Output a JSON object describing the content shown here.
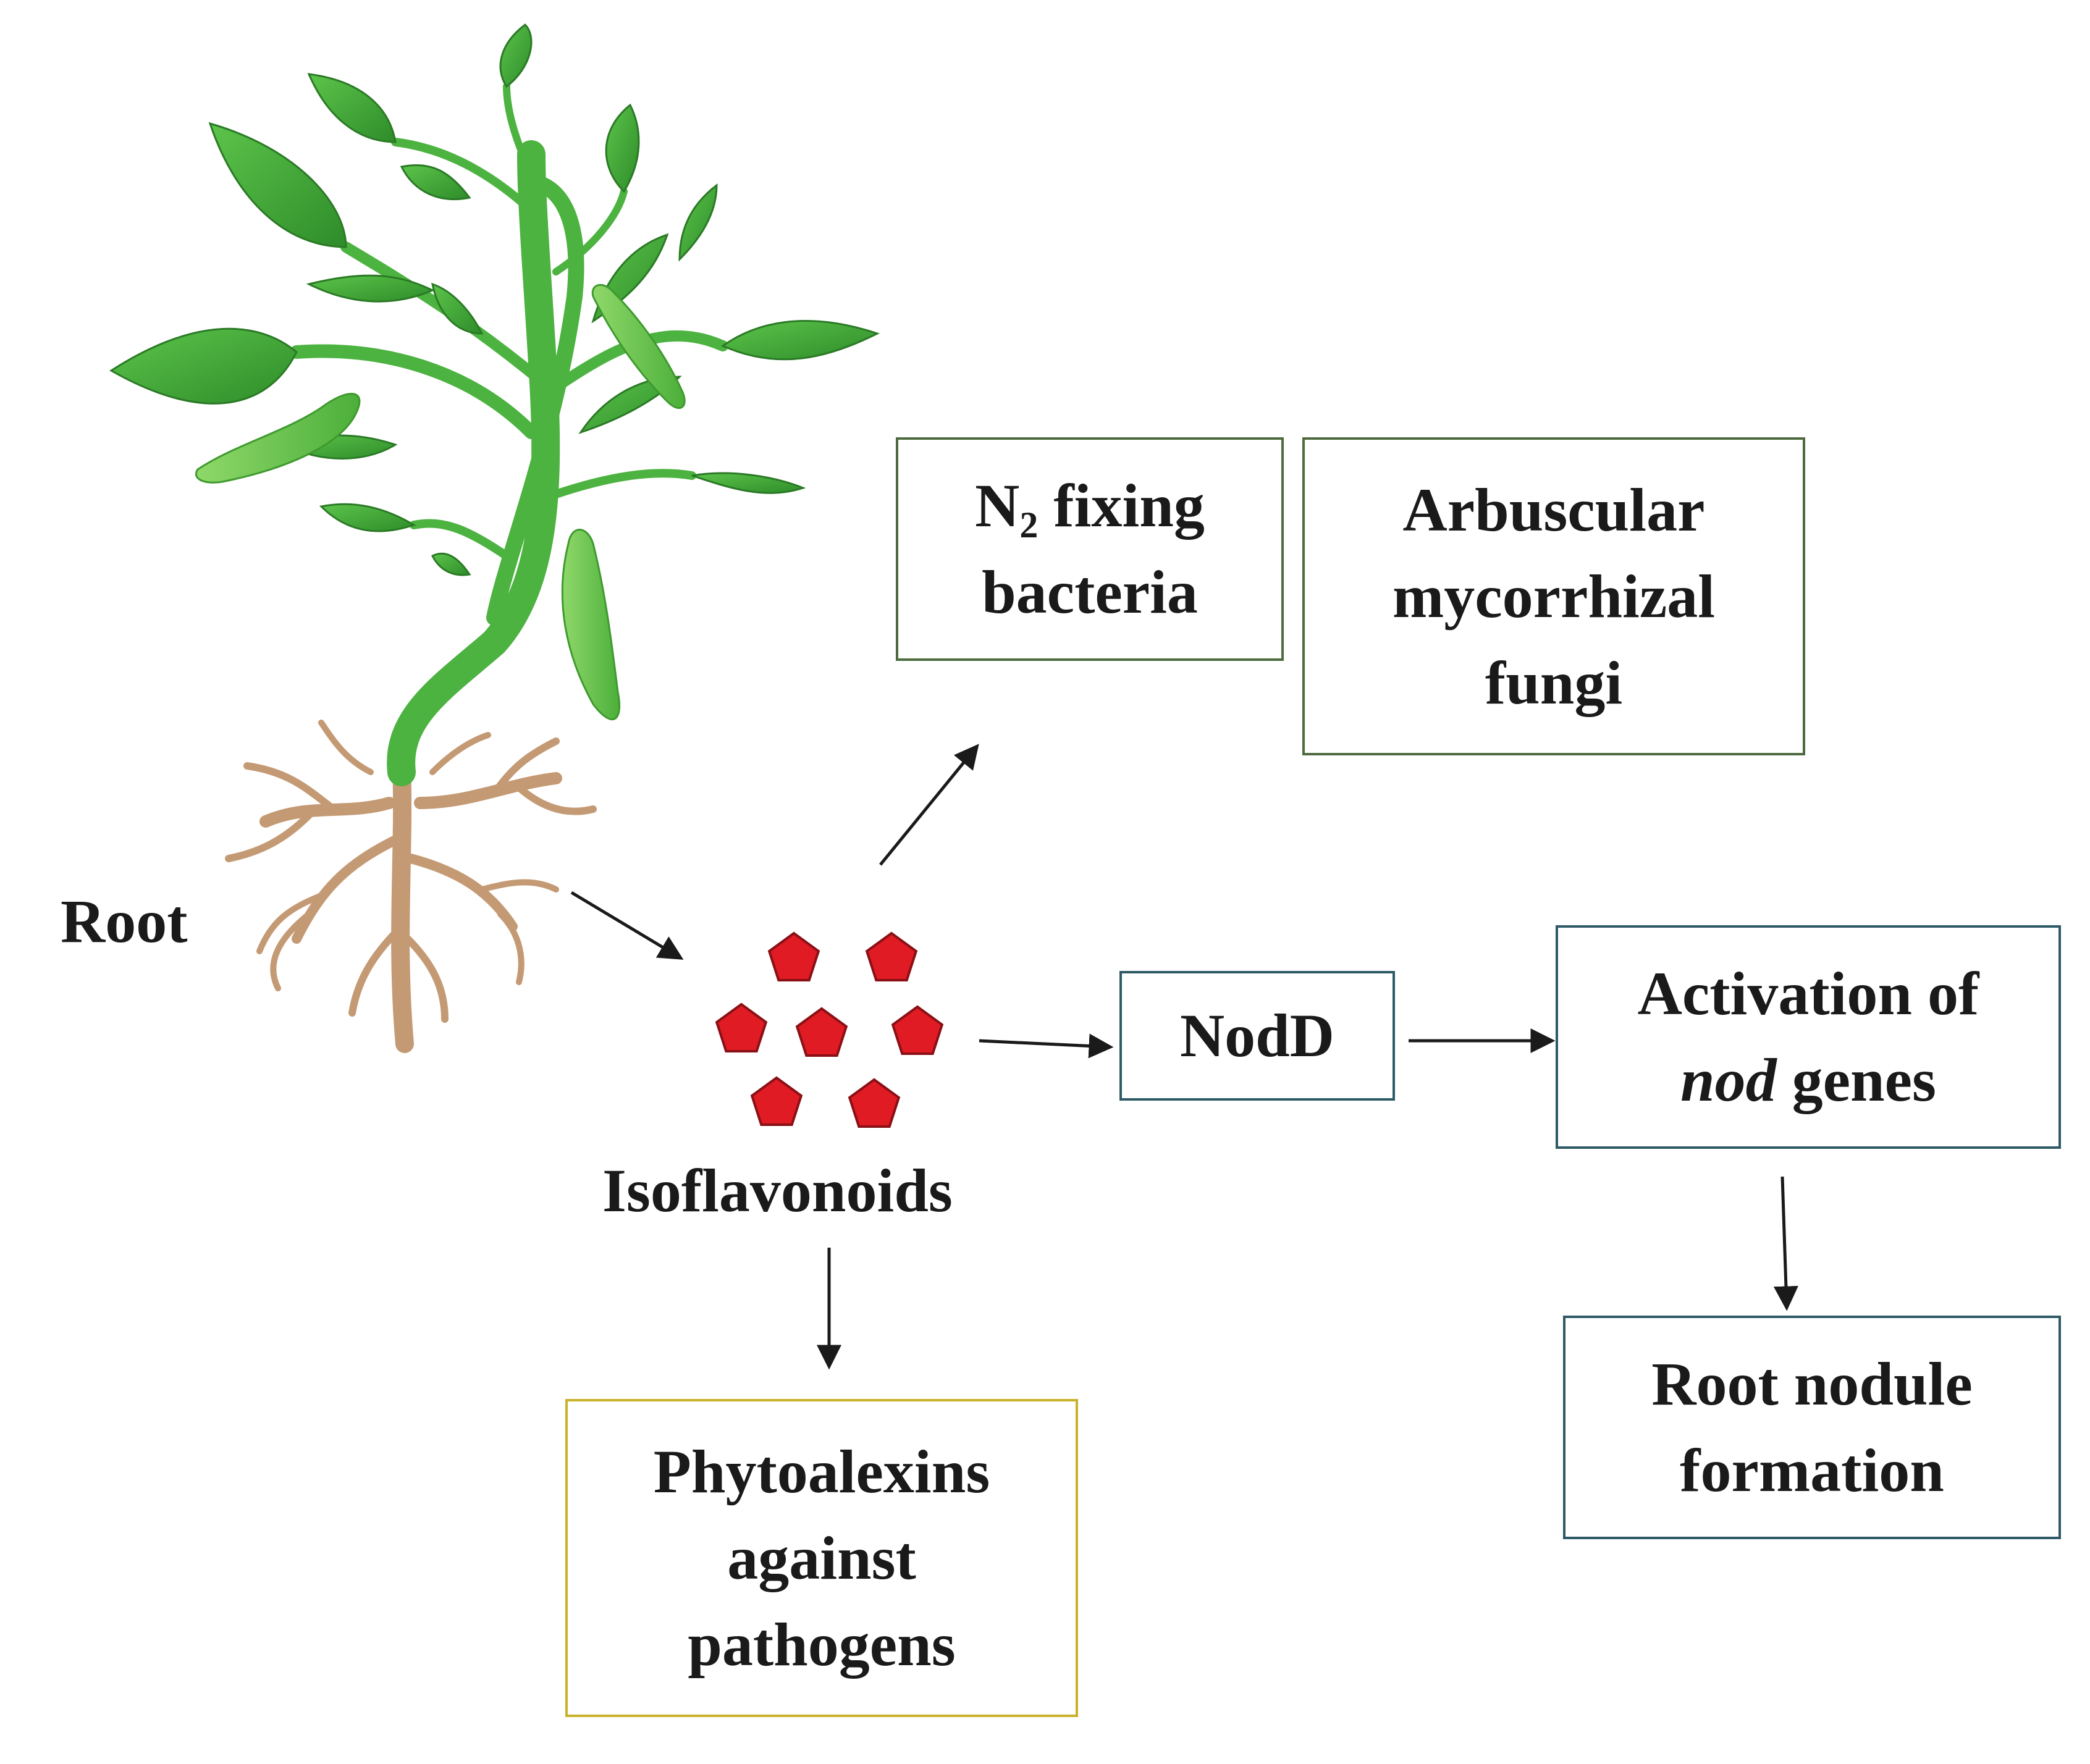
{
  "labels": {
    "root": "Root",
    "isoflavonoids": "Isoflavonoids"
  },
  "boxes": {
    "n2_fixing": {
      "line1_prefix": "N",
      "line1_subscript": "2",
      "line1_suffix": " fixing",
      "line2": "bacteria"
    },
    "arbuscular": {
      "line1": "Arbuscular",
      "line2": "mycorrhizal",
      "line3": "fungi"
    },
    "nodd": {
      "line1": "NodD"
    },
    "activation": {
      "line1": "Activation of",
      "line2_italic": "nod",
      "line2_rest": " genes"
    },
    "nodule": {
      "line1": "Root nodule",
      "line2": "formation"
    },
    "phytoalexins": {
      "line1": "Phytoalexins",
      "line2": "against",
      "line3": "pathogens"
    }
  },
  "colors": {
    "leaf": "#3fa535",
    "stem": "#4cb240",
    "root": "#c49a74",
    "molecule": "#e01b24",
    "molecule_edge": "#8a1015",
    "box_border_blue": "#2d5a66",
    "box_border_green": "#4e6b3e",
    "box_border_yellow": "#c9b12a",
    "arrow": "#1a1a1a"
  }
}
